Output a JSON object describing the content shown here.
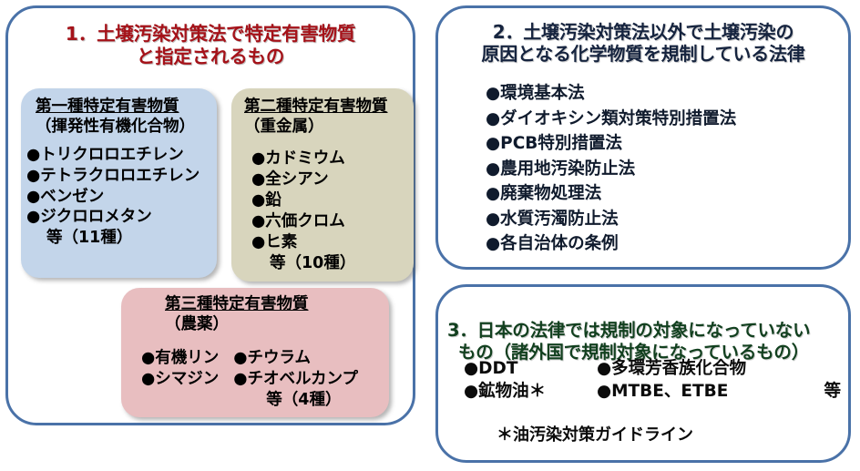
{
  "document": {
    "title": "土壌汚染に関する物質・法令区分図",
    "colors": {
      "panel_border": "#4a72a8",
      "title1_text": "#a51219",
      "title2_text": "#16243f",
      "title3_text": "#12401f",
      "card_type1_bg": "#c3d5ea",
      "card_type2_bg": "#d8d5bd",
      "card_type3_bg": "#e8bec0",
      "background": "#ffffff"
    }
  },
  "panel1": {
    "title": "1．土壌汚染対策法で特定有害物質\nと指定されるもの",
    "cards": [
      {
        "id": "type1",
        "heading": "第一種特定有害物質",
        "subheading": "（揮発性有機化合物）",
        "items": [
          "●トリクロロエチレン",
          "●テトラクロロエチレン",
          "●ベンゼン",
          "●ジクロロメタン"
        ],
        "continuation": "等（11種）"
      },
      {
        "id": "type2",
        "heading": "第二種特定有害物質",
        "subheading": "（重金属）",
        "items": [
          "●カドミウム",
          "●全シアン",
          "●鉛",
          "●六価クロム",
          "●ヒ素"
        ],
        "continuation": "等（10種）"
      },
      {
        "id": "type3",
        "heading": "第三種特定有害物質",
        "subheading": "（農薬）",
        "column_left": [
          "●有機リン",
          "●シマジン"
        ],
        "column_right": [
          "●チウラム",
          "●チオベルカンプ"
        ],
        "continuation": "等（4種）"
      }
    ]
  },
  "panel2": {
    "title": "2．土壌汚染対策法以外で土壌汚染の\n原因となる化学物質を規制している法律",
    "items": [
      "●環境基本法",
      "●ダイオキシン類対策特別措置法",
      "●PCB特別措置法",
      "●農用地汚染防止法",
      "●廃棄物処理法",
      "●水質汚濁防止法",
      "●各自治体の条例"
    ]
  },
  "panel3": {
    "title_line1": "3．日本の法律では規制の対象になっていない",
    "title_line2": "もの（諸外国で規制対象になっているもの）",
    "rows": [
      {
        "col_a": "●DDT",
        "col_b": "●多環芳香族化合物",
        "col_c": ""
      },
      {
        "col_a": "●鉱物油＊",
        "col_b": "●MTBE、ETBE",
        "col_c": "等"
      }
    ],
    "footnote": "＊油汚染対策ガイドライン"
  }
}
